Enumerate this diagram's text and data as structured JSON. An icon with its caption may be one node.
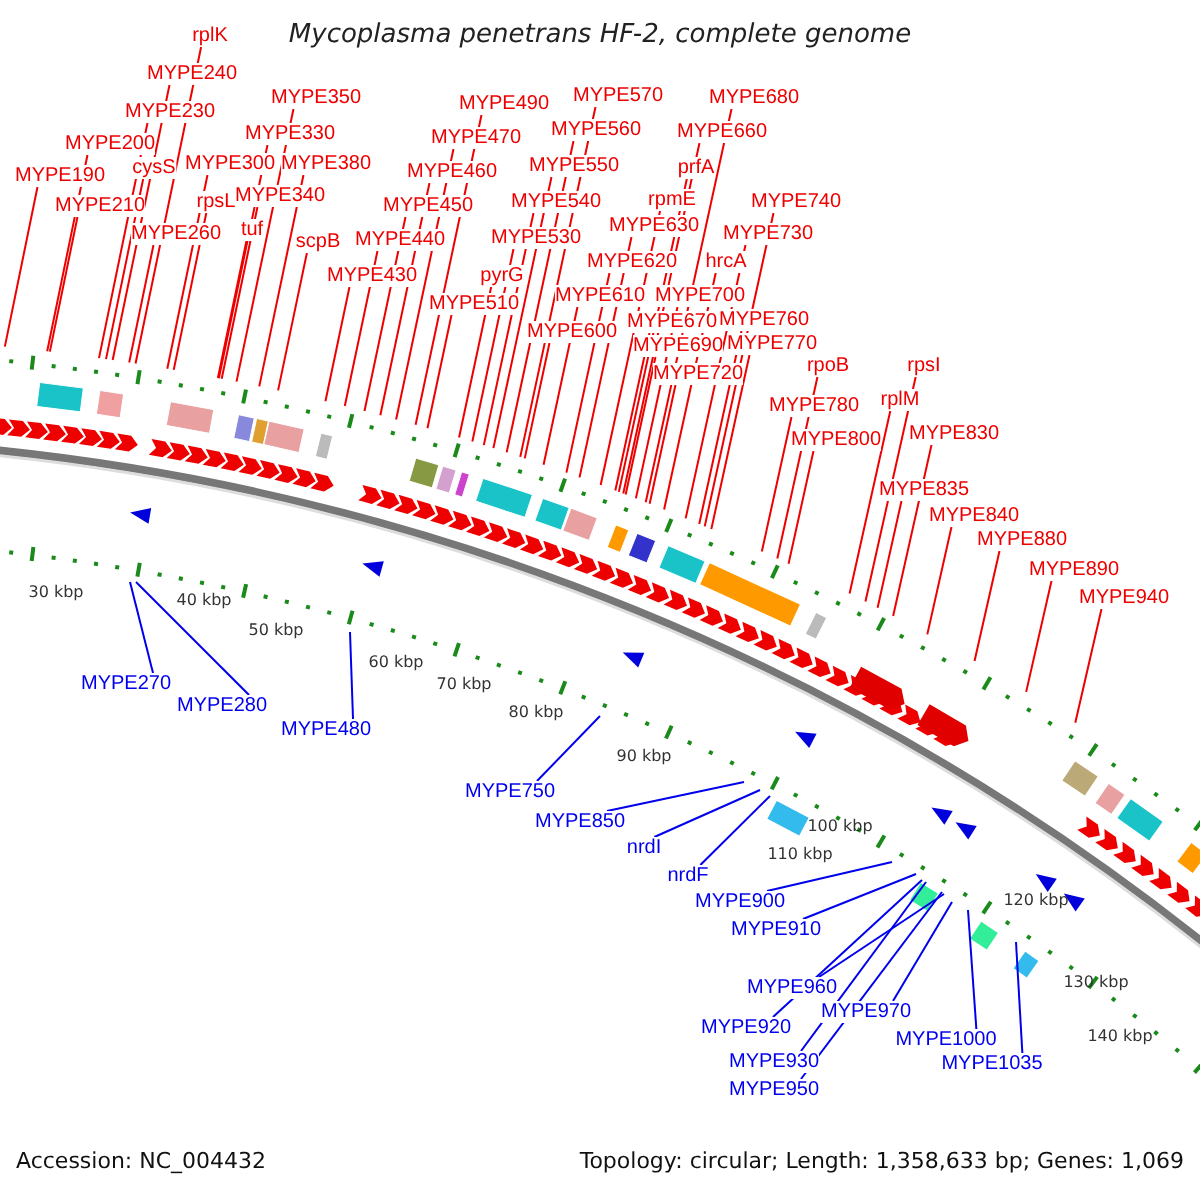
{
  "diagram": {
    "title": "Mycoplasma penetrans HF-2, complete genome",
    "nodes": [
      {
        "text": [
          "rplK"
        ]
      },
      {
        "text": [
          "MYPE240"
        ]
      },
      {
        "text": [
          "MYPE230"
        ]
      },
      {
        "text": [
          "MYPE200"
        ]
      },
      {
        "text": [
          "cysS"
        ]
      },
      {
        "text": [
          "MYPE190"
        ]
      },
      {
        "text": [
          "MYPE210"
        ]
      },
      {
        "text": [
          "MYPE260"
        ]
      },
      {
        "text": [
          "MYPE300"
        ]
      },
      {
        "text": [
          "rpsL"
        ]
      },
      {
        "text": [
          "tuf"
        ]
      },
      {
        "text": [
          "MYPE350"
        ]
      },
      {
        "text": [
          "MYPE330"
        ]
      },
      {
        "text": [
          "MYPE380"
        ]
      },
      {
        "text": [
          "MYPE340"
        ]
      },
      {
        "text": [
          "scpB"
        ]
      },
      {
        "text": [
          "MYPE490"
        ]
      },
      {
        "text": [
          "MYPE470"
        ]
      },
      {
        "text": [
          "MYPE460"
        ]
      },
      {
        "text": [
          "MYPE450"
        ]
      },
      {
        "text": [
          "MYPE440"
        ]
      },
      {
        "text": [
          "MYPE430"
        ]
      },
      {
        "text": [
          "MYPE510"
        ]
      },
      {
        "text": [
          "pyrG"
        ]
      },
      {
        "text": [
          "MYPE530"
        ]
      },
      {
        "text": [
          "MYPE540"
        ]
      },
      {
        "text": [
          "MYPE550"
        ]
      },
      {
        "text": [
          "MYPE560"
        ]
      },
      {
        "text": [
          "MYPE570"
        ]
      },
      {
        "text": [
          "MYPE600"
        ]
      },
      {
        "text": [
          "MYPE610"
        ]
      },
      {
        "text": [
          "MYPE620"
        ]
      },
      {
        "text": [
          "MYPE630"
        ]
      },
      {
        "text": [
          "rpmE"
        ]
      },
      {
        "text": [
          "prfA"
        ]
      },
      {
        "text": [
          "MYPE660"
        ]
      },
      {
        "text": [
          "MYPE680"
        ]
      },
      {
        "text": [
          "MYPE740"
        ]
      },
      {
        "text": [
          "MYPE730"
        ]
      },
      {
        "text": [
          "hrcA"
        ]
      },
      {
        "text": [
          "MYPE700"
        ]
      },
      {
        "text": [
          "MYPE670"
        ]
      },
      {
        "text": [
          "MYPE760"
        ]
      },
      {
        "text": [
          "MYPE690"
        ]
      },
      {
        "text": [
          "MYPE770"
        ]
      },
      {
        "text": [
          "MYPE720"
        ]
      },
      {
        "text": [
          "MYPE780"
        ]
      },
      {
        "text": [
          "rpoB"
        ]
      },
      {
        "text": [
          "rpsI"
        ]
      },
      {
        "text": [
          "rplM"
        ]
      },
      {
        "text": [
          "MYPE800"
        ]
      },
      {
        "text": [
          "MYPE830"
        ]
      },
      {
        "text": [
          "MYPE835"
        ]
      },
      {
        "text": [
          "MYPE840"
        ]
      },
      {
        "text": [
          "MYPE880"
        ]
      },
      {
        "text": [
          "MYPE890"
        ]
      },
      {
        "text": [
          "MYPE940"
        ]
      },
      {
        "text": [
          "MYPE270"
        ]
      },
      {
        "text": [
          "MYPE280"
        ]
      },
      {
        "text": [
          "MYPE480"
        ]
      },
      {
        "text": [
          "MYPE750"
        ]
      },
      {
        "text": [
          "MYPE850"
        ]
      },
      {
        "text": [
          "nrdI"
        ]
      },
      {
        "text": [
          "nrdF"
        ]
      },
      {
        "text": [
          "MYPE900"
        ]
      },
      {
        "text": [
          "MYPE910"
        ]
      },
      {
        "text": [
          "MYPE920"
        ]
      },
      {
        "text": [
          "MYPE930"
        ]
      },
      {
        "text": [
          "MYPE950"
        ]
      },
      {
        "text": [
          "MYPE960"
        ]
      },
      {
        "text": [
          "MYPE970"
        ]
      },
      {
        "text": [
          "MYPE1000"
        ]
      },
      {
        "text": [
          "MYPE1035"
        ]
      }
    ],
    "edges": [
      {
        "from": 0,
        "to": null,
        "arrow": "none"
      },
      {
        "from": 1,
        "to": null,
        "arrow": "none"
      },
      {
        "from": 2,
        "to": null,
        "arrow": "none"
      },
      {
        "from": 3,
        "to": null,
        "arrow": "none"
      },
      {
        "from": 4,
        "to": null,
        "arrow": "none"
      },
      {
        "from": 5,
        "to": null,
        "arrow": "none"
      },
      {
        "from": 6,
        "to": null,
        "arrow": "none"
      },
      {
        "from": 7,
        "to": null,
        "arrow": "none"
      },
      {
        "from": 8,
        "to": null,
        "arrow": "none"
      },
      {
        "from": 9,
        "to": null,
        "arrow": "none"
      },
      {
        "from": 10,
        "to": null,
        "arrow": "none"
      },
      {
        "from": 11,
        "to": null,
        "arrow": "none"
      },
      {
        "from": 12,
        "to": null,
        "arrow": "none"
      },
      {
        "from": 13,
        "to": null,
        "arrow": "none"
      },
      {
        "from": 14,
        "to": null,
        "arrow": "none"
      },
      {
        "from": 15,
        "to": null,
        "arrow": "none"
      },
      {
        "from": 16,
        "to": null,
        "arrow": "none"
      },
      {
        "from": 17,
        "to": null,
        "arrow": "none"
      },
      {
        "from": 18,
        "to": null,
        "arrow": "none"
      },
      {
        "from": 19,
        "to": null,
        "arrow": "none"
      },
      {
        "from": 20,
        "to": null,
        "arrow": "none"
      },
      {
        "from": 21,
        "to": null,
        "arrow": "none"
      },
      {
        "from": 22,
        "to": null,
        "arrow": "none"
      },
      {
        "from": 23,
        "to": null,
        "arrow": "none"
      },
      {
        "from": 24,
        "to": null,
        "arrow": "none"
      },
      {
        "from": 25,
        "to": null,
        "arrow": "none"
      },
      {
        "from": 26,
        "to": null,
        "arrow": "none"
      },
      {
        "from": 27,
        "to": null,
        "arrow": "none"
      },
      {
        "from": 28,
        "to": null,
        "arrow": "none"
      },
      {
        "from": 29,
        "to": null,
        "arrow": "none"
      },
      {
        "from": 30,
        "to": null,
        "arrow": "none"
      },
      {
        "from": 31,
        "to": null,
        "arrow": "none"
      },
      {
        "from": 32,
        "to": null,
        "arrow": "none"
      },
      {
        "from": 33,
        "to": null,
        "arrow": "none"
      },
      {
        "from": 34,
        "to": null,
        "arrow": "none"
      },
      {
        "from": 35,
        "to": null,
        "arrow": "none"
      },
      {
        "from": 36,
        "to": null,
        "arrow": "none"
      },
      {
        "from": 37,
        "to": null,
        "arrow": "none"
      },
      {
        "from": 38,
        "to": null,
        "arrow": "none"
      },
      {
        "from": 39,
        "to": null,
        "arrow": "none"
      },
      {
        "from": 40,
        "to": null,
        "arrow": "none"
      },
      {
        "from": 41,
        "to": null,
        "arrow": "none"
      },
      {
        "from": 42,
        "to": null,
        "arrow": "none"
      },
      {
        "from": 43,
        "to": null,
        "arrow": "none"
      },
      {
        "from": 44,
        "to": null,
        "arrow": "none"
      },
      {
        "from": 45,
        "to": null,
        "arrow": "none"
      },
      {
        "from": 46,
        "to": null,
        "arrow": "none"
      },
      {
        "from": 47,
        "to": null,
        "arrow": "none"
      },
      {
        "from": 48,
        "to": null,
        "arrow": "none"
      },
      {
        "from": 49,
        "to": null,
        "arrow": "none"
      },
      {
        "from": 50,
        "to": null,
        "arrow": "none"
      },
      {
        "from": 51,
        "to": null,
        "arrow": "none"
      },
      {
        "from": 52,
        "to": null,
        "arrow": "none"
      },
      {
        "from": 53,
        "to": null,
        "arrow": "none"
      },
      {
        "from": 54,
        "to": null,
        "arrow": "none"
      },
      {
        "from": 55,
        "to": null,
        "arrow": "none"
      },
      {
        "from": 56,
        "to": null,
        "arrow": "none"
      },
      {
        "from": 57,
        "to": null,
        "arrow": "none",
        "color": "#0000ee"
      },
      {
        "from": 58,
        "to": null,
        "arrow": "none",
        "color": "#0000ee"
      },
      {
        "from": 59,
        "to": null,
        "arrow": "none",
        "color": "#0000ee"
      },
      {
        "from": 60,
        "to": null,
        "arrow": "none",
        "color": "#0000ee"
      },
      {
        "from": 61,
        "to": null,
        "arrow": "none",
        "color": "#0000ee"
      },
      {
        "from": 62,
        "to": null,
        "arrow": "none",
        "color": "#0000ee"
      },
      {
        "from": 63,
        "to": null,
        "arrow": "none",
        "color": "#0000ee"
      },
      {
        "from": 64,
        "to": null,
        "arrow": "none",
        "color": "#0000ee"
      },
      {
        "from": 65,
        "to": null,
        "arrow": "none",
        "color": "#0000ee"
      },
      {
        "from": 66,
        "to": null,
        "arrow": "none",
        "color": "#0000ee"
      },
      {
        "from": 67,
        "to": null,
        "arrow": "none",
        "color": "#0000ee"
      },
      {
        "from": 68,
        "to": null,
        "arrow": "none",
        "color": "#0000ee"
      },
      {
        "from": 69,
        "to": null,
        "arrow": "none",
        "color": "#0000ee"
      },
      {
        "from": 70,
        "to": null,
        "arrow": "none",
        "color": "#0000ee"
      },
      {
        "from": 71,
        "to": null,
        "arrow": "none",
        "color": "#0000ee"
      },
      {
        "from": 72,
        "to": null,
        "arrow": "none",
        "color": "#0000ee"
      }
    ],
    "labels": [
      "30 kbp",
      "40 kbp",
      "50 kbp",
      "60 kbp",
      "70 kbp",
      "80 kbp",
      "90 kbp",
      "100 kbp",
      "110 kbp",
      "120 kbp",
      "130 kbp",
      "140 kbp",
      "Accession: NC_004432",
      "Topology: circular; Length: 1,358,633 bp; Genes: 1,069"
    ]
  }
}
